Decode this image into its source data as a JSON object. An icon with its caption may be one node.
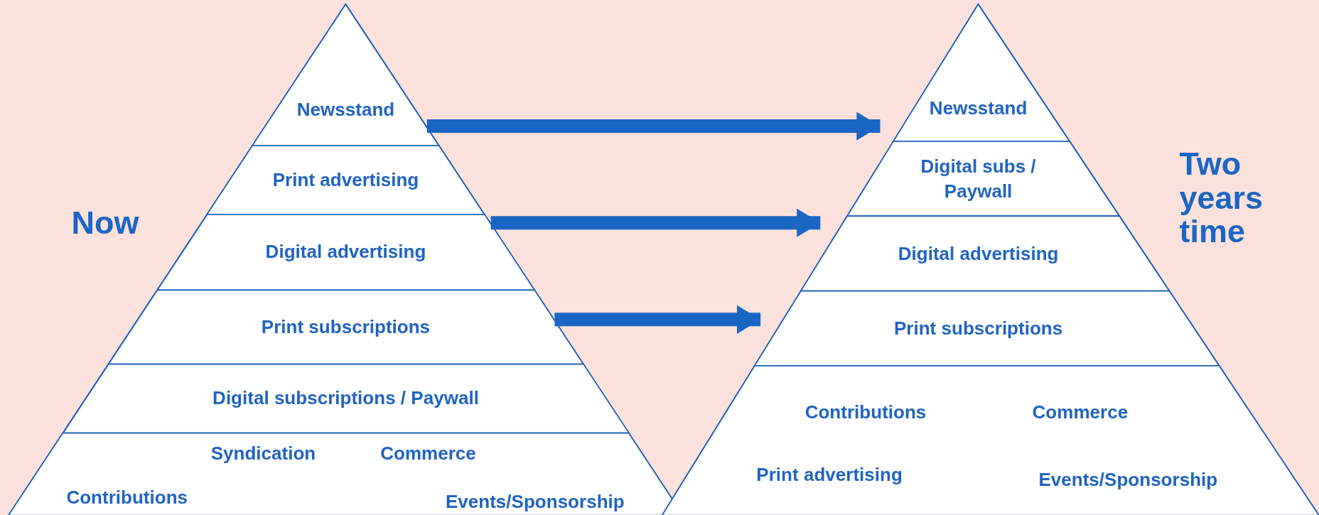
{
  "diagram": {
    "nodes": [
      {
        "text": [
          "Now"
        ]
      },
      {
        "text": [
          "Newsstand"
        ],
        "in": 0
      },
      {
        "text": [
          "Print advertising"
        ],
        "in": 0
      },
      {
        "text": [
          "Digital advertising"
        ],
        "in": 0
      },
      {
        "text": [
          "Print subscriptions"
        ],
        "in": 0
      },
      {
        "text": [
          "Digital subscriptions / Paywall"
        ],
        "in": 0
      },
      {
        "text": [
          "Syndication",
          "Commerce",
          "Contributions",
          "Events/Sponsorship"
        ],
        "in": 0
      },
      {
        "text": [
          "Two years time"
        ]
      },
      {
        "text": [
          "Newsstand"
        ],
        "in": 7
      },
      {
        "text": [
          "Digital subs / Paywall"
        ],
        "in": 7
      },
      {
        "text": [
          "Digital advertising"
        ],
        "in": 7
      },
      {
        "text": [
          "Print subscriptions"
        ],
        "in": 7
      },
      {
        "text": [
          "Contributions",
          "Commerce",
          "Print advertising",
          "Events/Sponsorship"
        ],
        "in": 7
      }
    ],
    "edges": [
      {
        "from": 1,
        "to": 8,
        "arrow": "to"
      },
      {
        "from": 3,
        "to": 10,
        "arrow": "to"
      },
      {
        "from": 4,
        "to": 11,
        "arrow": "to"
      }
    ]
  }
}
